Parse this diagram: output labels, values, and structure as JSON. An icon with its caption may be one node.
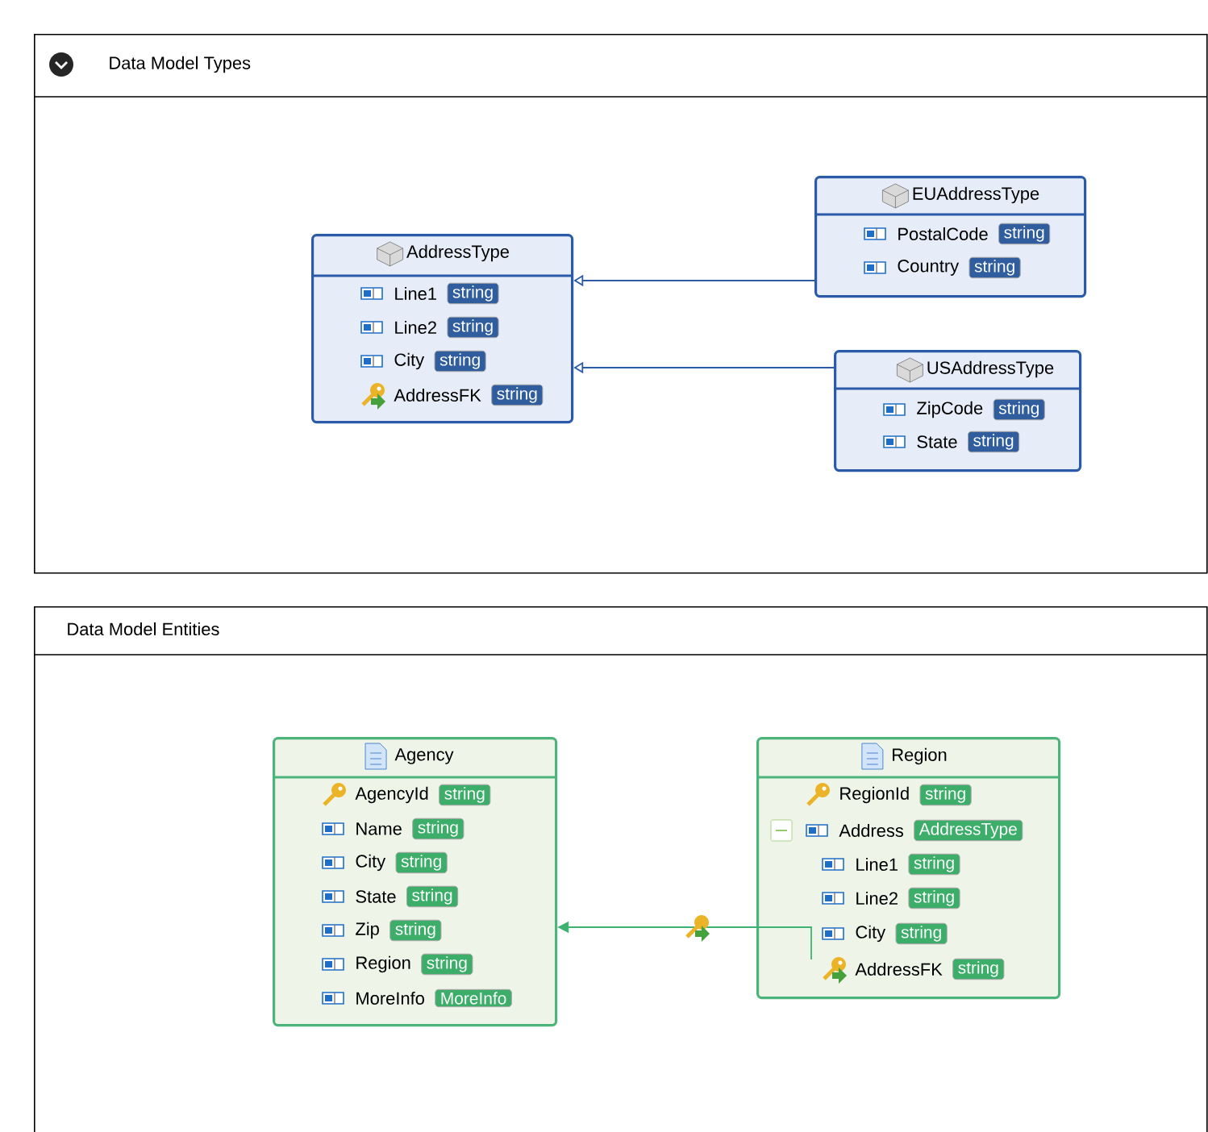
{
  "diagram": {
    "nodes": [
      {
        "text": [
          "Data Model Types"
        ]
      },
      {
        "text": [
          "AddressType",
          "Line1",
          "Line2",
          "City",
          "AddressFK"
        ],
        "in": 0
      },
      {
        "text": [
          "string"
        ],
        "in": 1
      },
      {
        "text": [
          "string"
        ],
        "in": 1
      },
      {
        "text": [
          "string"
        ],
        "in": 1
      },
      {
        "text": [
          "string"
        ],
        "in": 1
      },
      {
        "text": [
          "EUAddressType",
          "PostalCode",
          "Country"
        ],
        "in": 0
      },
      {
        "text": [
          "string"
        ],
        "in": 6
      },
      {
        "text": [
          "string"
        ],
        "in": 6
      },
      {
        "text": [
          "USAddressType",
          "ZipCode",
          "State"
        ],
        "in": 0
      },
      {
        "text": [
          "string"
        ],
        "in": 9
      },
      {
        "text": [
          "string"
        ],
        "in": 9
      },
      {
        "text": [
          "Data Model Entities"
        ]
      },
      {
        "text": [
          "Agency",
          "AgencyId",
          "Name",
          "City",
          "State",
          "Zip",
          "Region",
          "MoreInfo"
        ],
        "in": 12
      },
      {
        "text": [
          "string"
        ],
        "in": 13
      },
      {
        "text": [
          "string"
        ],
        "in": 13
      },
      {
        "text": [
          "string"
        ],
        "in": 13
      },
      {
        "text": [
          "string"
        ],
        "in": 13
      },
      {
        "text": [
          "string"
        ],
        "in": 13
      },
      {
        "text": [
          "string"
        ],
        "in": 13
      },
      {
        "text": [
          "MoreInfo"
        ],
        "in": 13
      },
      {
        "text": [
          "Region",
          "RegionId",
          "Address",
          "Line1",
          "Line2",
          "City",
          "AddressFK"
        ],
        "in": 12
      },
      {
        "text": [
          "string"
        ],
        "in": 21
      },
      {
        "text": [
          "AddressType"
        ],
        "in": 21
      },
      {
        "text": [
          "string"
        ],
        "in": 21
      },
      {
        "text": [
          "string"
        ],
        "in": 21
      },
      {
        "text": [
          "string"
        ],
        "in": 21
      },
      {
        "text": [
          "string"
        ],
        "in": 21
      }
    ],
    "edges": [
      {
        "from": 6,
        "to": 1,
        "arrow": "to"
      },
      {
        "from": 9,
        "to": 1,
        "arrow": "to"
      },
      {
        "from": 21,
        "to": 13,
        "arrow": "to",
        "color": "#3cb371"
      }
    ]
  }
}
